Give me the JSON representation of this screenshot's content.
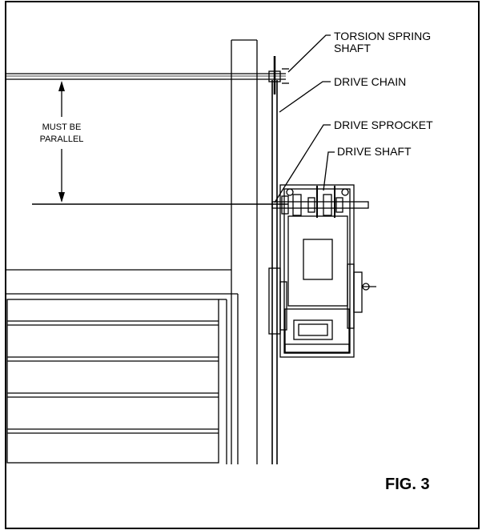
{
  "labels": {
    "torsion_line1": "TORSION SPRING",
    "torsion_line2": "SHAFT",
    "drive_chain": "DRIVE CHAIN",
    "drive_sprocket": "DRIVE SPROCKET",
    "drive_shaft": "DRIVE SHAFT",
    "must_line1": "MUST BE",
    "must_line2": "PARALLEL"
  },
  "figure": {
    "caption": "FIG. 3"
  }
}
